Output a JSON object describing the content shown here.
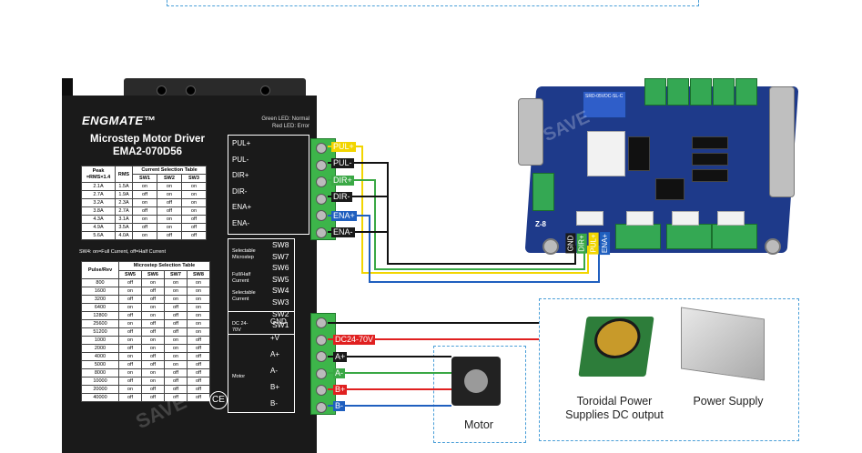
{
  "driver": {
    "brand": "ENGMATE™",
    "title_line1": "Microstep Motor Driver",
    "title_line2": "EMA2-070D56",
    "led_green": "Green LED:  Normal",
    "led_red": "Red LED:    Error",
    "current_table": {
      "peak_header": "Peak",
      "peak_sub": "=RMS×1.4",
      "rms_header": "RMS",
      "title": "Current Selection Table",
      "sw_headers": [
        "SW1",
        "SW2",
        "SW3"
      ],
      "rows": [
        [
          "2.1A",
          "1.5A",
          "on",
          "on",
          "on"
        ],
        [
          "2.7A",
          "1.9A",
          "off",
          "on",
          "on"
        ],
        [
          "3.2A",
          "2.3A",
          "on",
          "off",
          "on"
        ],
        [
          "3.8A",
          "2.7A",
          "off",
          "off",
          "on"
        ],
        [
          "4.3A",
          "3.1A",
          "on",
          "on",
          "off"
        ],
        [
          "4.9A",
          "3.5A",
          "off",
          "on",
          "off"
        ],
        [
          "5.6A",
          "4.0A",
          "on",
          "off",
          "off"
        ]
      ]
    },
    "sw4_note": "SW4: on=Full Current, off=Half Current",
    "micro_table": {
      "pulse_header": "Pulse/Rev",
      "title": "Microstep Selection Table",
      "sw_headers": [
        "SW5",
        "SW6",
        "SW7",
        "SW8"
      ],
      "rows": [
        [
          "800",
          "off",
          "on",
          "on",
          "on"
        ],
        [
          "1600",
          "on",
          "off",
          "on",
          "on"
        ],
        [
          "3200",
          "off",
          "off",
          "on",
          "on"
        ],
        [
          "6400",
          "on",
          "on",
          "off",
          "on"
        ],
        [
          "12800",
          "off",
          "on",
          "off",
          "on"
        ],
        [
          "25600",
          "on",
          "off",
          "off",
          "on"
        ],
        [
          "51200",
          "off",
          "off",
          "off",
          "on"
        ],
        [
          "1000",
          "on",
          "on",
          "on",
          "off"
        ],
        [
          "2000",
          "off",
          "on",
          "on",
          "off"
        ],
        [
          "4000",
          "on",
          "off",
          "on",
          "off"
        ],
        [
          "5000",
          "off",
          "off",
          "on",
          "off"
        ],
        [
          "8000",
          "on",
          "on",
          "off",
          "off"
        ],
        [
          "10000",
          "off",
          "on",
          "off",
          "off"
        ],
        [
          "20000",
          "on",
          "off",
          "off",
          "off"
        ],
        [
          "40000",
          "off",
          "off",
          "off",
          "off"
        ]
      ]
    },
    "signal_pins": [
      "PUL+",
      "PUL-",
      "DIR+",
      "DIR-",
      "ENA+",
      "ENA-"
    ],
    "sw_labels": [
      "SW8",
      "SW7",
      "SW6",
      "SW5",
      "SW4",
      "SW3",
      "SW2",
      "SW1"
    ],
    "sw_group_labels": [
      "Selectable Microstep",
      "Full/Half Current",
      "Selectable Current"
    ],
    "power_pins": [
      "GND",
      "+V",
      "A+",
      "A-",
      "B+",
      "B-"
    ],
    "dc_label": "DC 24-70V",
    "motor_label": "Motor"
  },
  "wire_labels": {
    "signal": [
      "PUL+",
      "PUL-",
      "DIR+",
      "DIR-",
      "ENA+",
      "ENA-"
    ],
    "power": [
      "",
      "DC24-70V",
      "A+",
      "A-",
      "B+",
      "B-"
    ]
  },
  "colors": {
    "yellow": "#f2d500",
    "black": "#111111",
    "green": "#3aa845",
    "blue": "#1f5fbf",
    "red": "#e02020",
    "board_blue": "#1e3a8a",
    "terminal_green": "#3db54a",
    "dash_blue": "#4a9fd8"
  },
  "board": {
    "relay_text": "SRD-05VDC-SL-C",
    "port_label": "Z-8",
    "pin_labels": [
      "GND",
      "DIR+",
      "PUL+",
      "ENA+"
    ]
  },
  "captions": {
    "motor": "Motor",
    "toroidal_line1": "Toroidal Power",
    "toroidal_line2": "Supplies DC output",
    "power_supply": "Power Supply"
  },
  "watermark": "SAVE"
}
